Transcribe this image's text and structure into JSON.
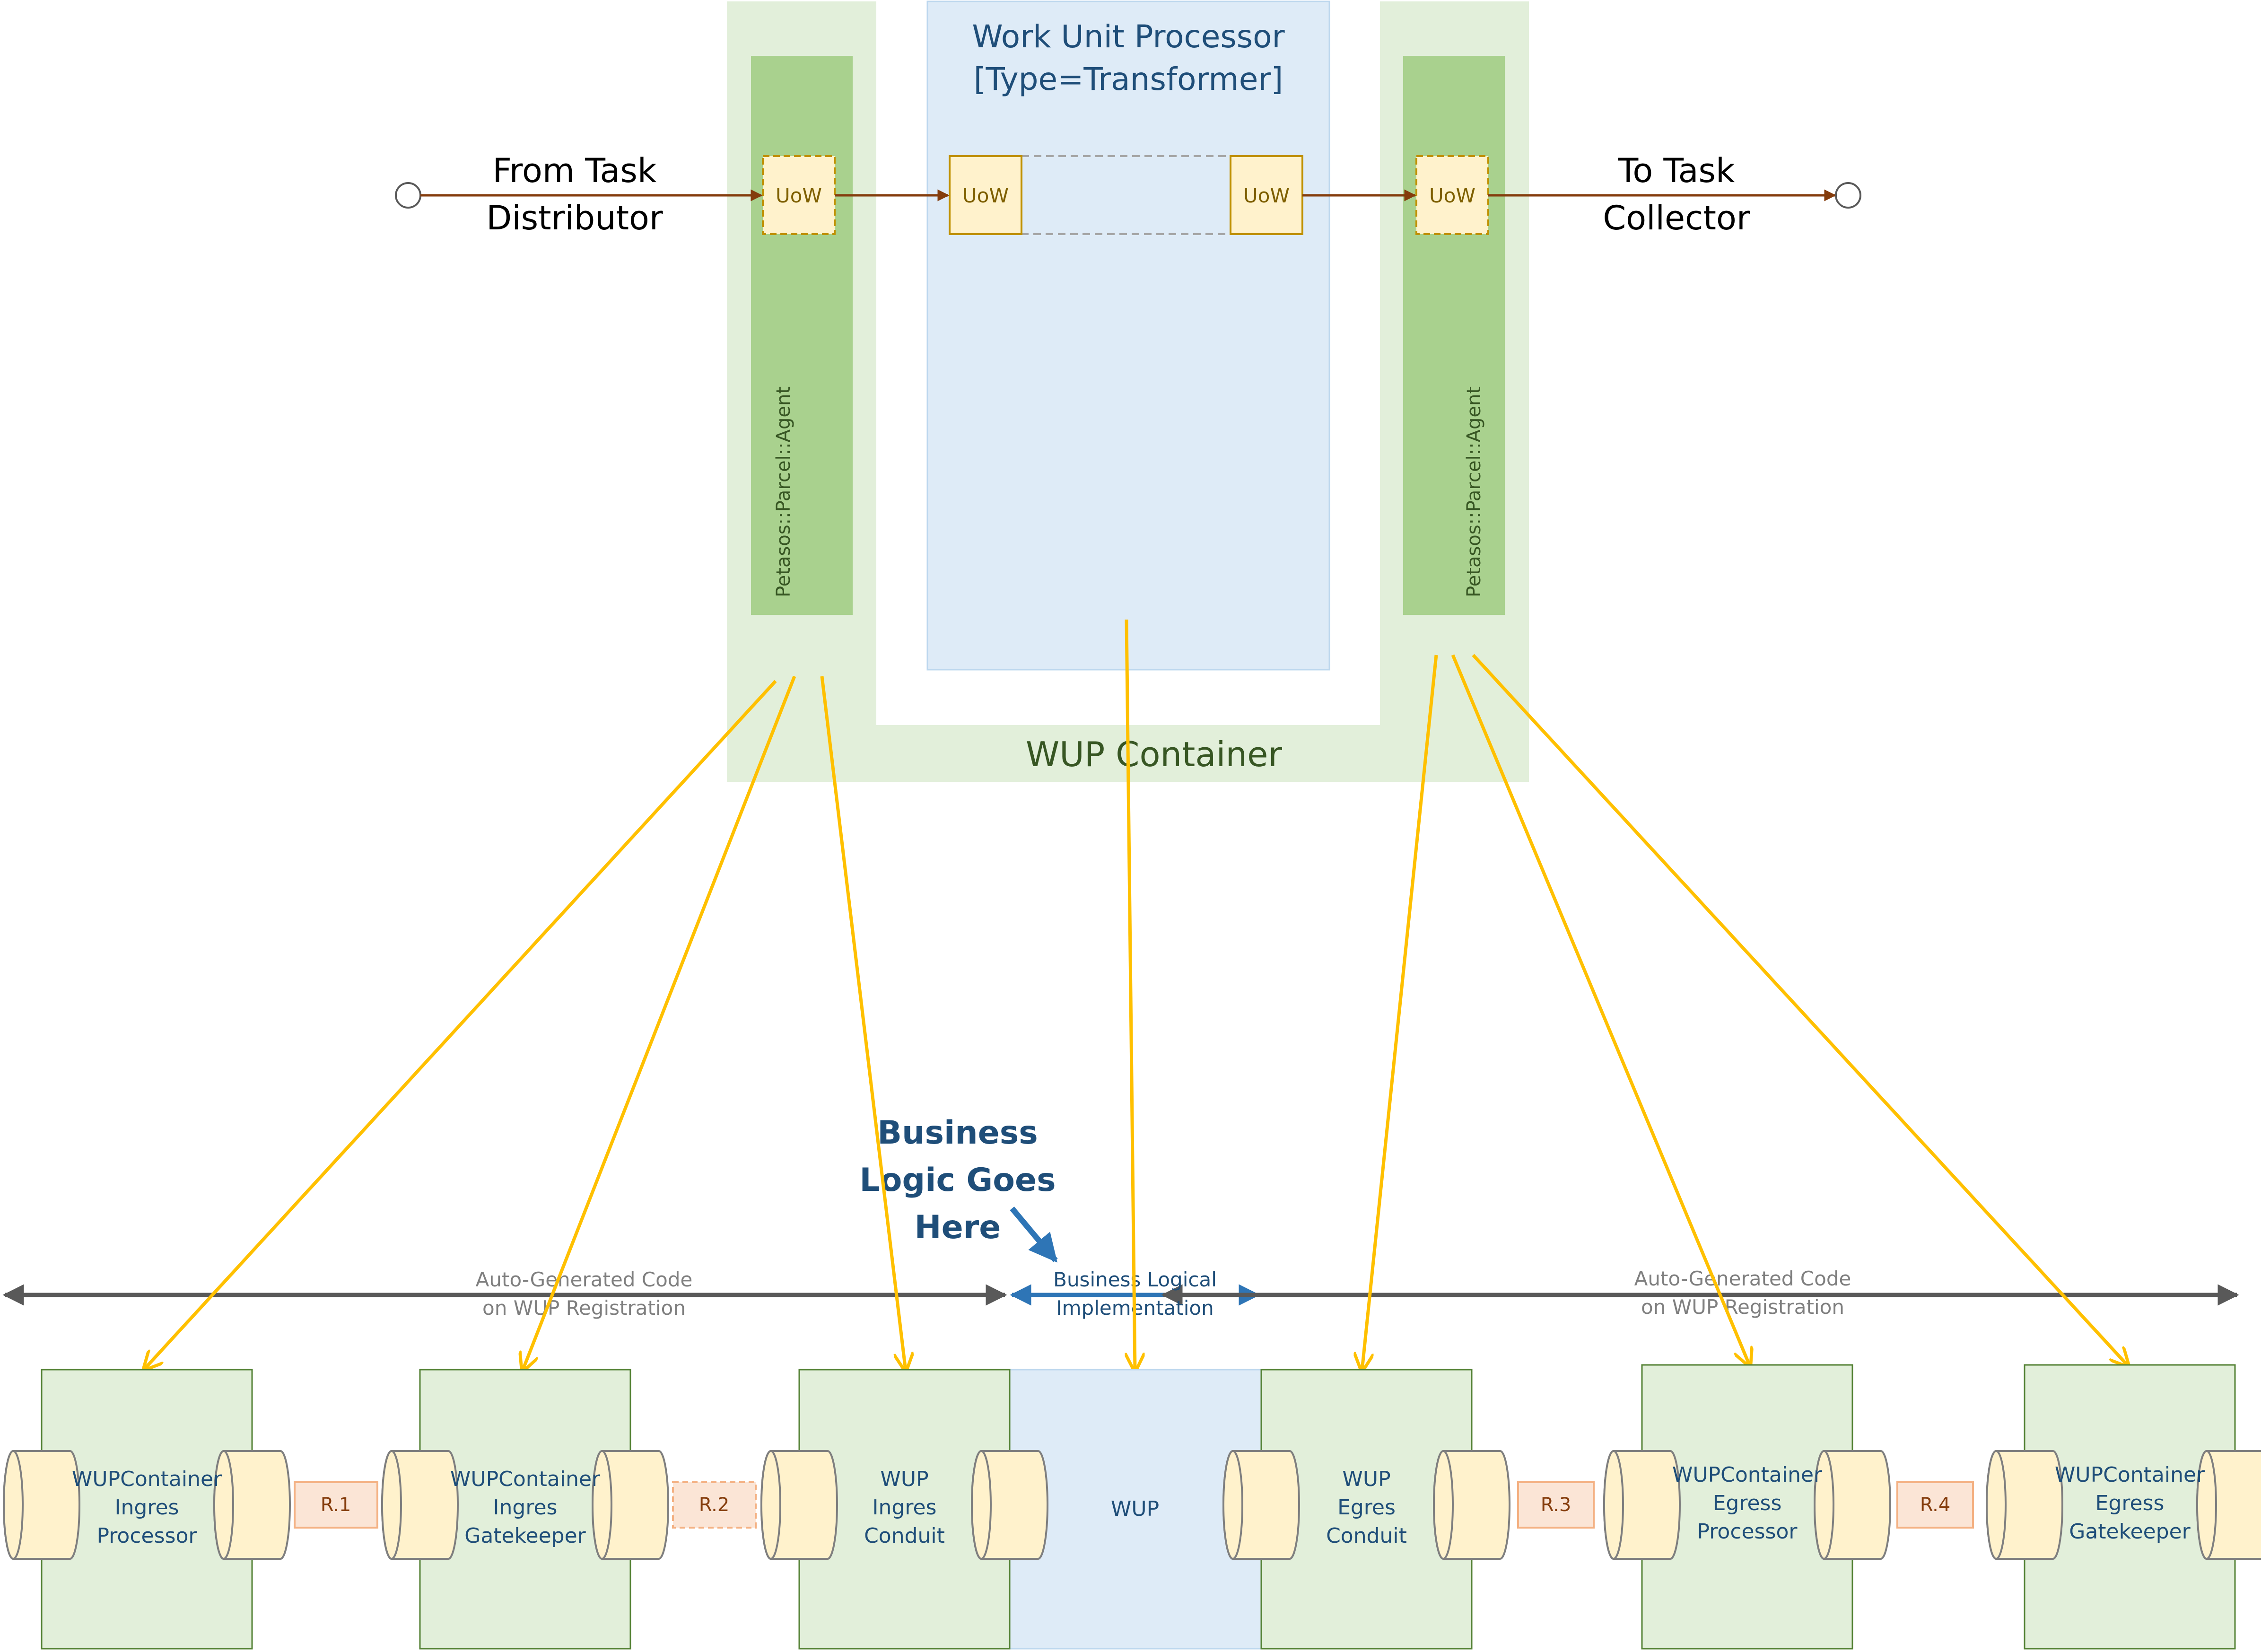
{
  "colors": {
    "green_light": "#E2EFDA",
    "green_mid": "#A9D18E",
    "blue_light": "#DEEBF7",
    "uow_fill": "#FFF2CC",
    "uow_border": "#BF9000",
    "route_fill": "#FBE5D6",
    "route_border": "#F4B183",
    "arrow_brown": "#843C0C",
    "arrow_yellow": "#FFC000",
    "arrow_gray": "#595959",
    "arrow_blue": "#2E75B6",
    "title_blue": "#1F4E79",
    "text_dark_green": "#375623",
    "text_brown": "#7F6000",
    "text_gray": "#7F7F7F"
  },
  "top": {
    "wup_processor_title_line1": "Work Unit Processor",
    "wup_processor_title_line2": "[Type=Transformer]",
    "wup_container_label": "WUP Container",
    "agent_left_label": "Petasos::Parcel::Agent",
    "agent_right_label": "Petasos::Parcel::Agent",
    "uow_labels": [
      "UoW",
      "UoW",
      "UoW",
      "UoW"
    ],
    "from_line1": "From Task",
    "from_line2": "Distributor",
    "to_line1": "To Task",
    "to_line2": "Collector"
  },
  "middle": {
    "business_line1": "Business",
    "business_line2": "Logic Goes",
    "business_line3": "Here",
    "auto_left_line1": "Auto-Generated Code",
    "auto_left_line2": "on WUP Registration",
    "impl_line1": "Business Logical",
    "impl_line2": "Implementation",
    "auto_right_line1": "Auto-Generated Code",
    "auto_right_line2": "on WUP Registration"
  },
  "bottom": {
    "components": [
      {
        "line1": "WUPContainer",
        "line2": "Ingres",
        "line3": "Processor"
      },
      {
        "line1": "WUPContainer",
        "line2": "Ingres",
        "line3": "Gatekeeper"
      },
      {
        "line1": "WUP",
        "line2": "Ingres",
        "line3": "Conduit"
      },
      {
        "line1": "WUP",
        "line2": "Egres",
        "line3": "Conduit"
      },
      {
        "line1": "WUPContainer",
        "line2": "Egress",
        "line3": "Processor"
      },
      {
        "line1": "WUPContainer",
        "line2": "Egress",
        "line3": "Gatekeeper"
      }
    ],
    "wup_label": "WUP",
    "routes": [
      "R.1",
      "R.2",
      "R.3",
      "R.4"
    ]
  }
}
